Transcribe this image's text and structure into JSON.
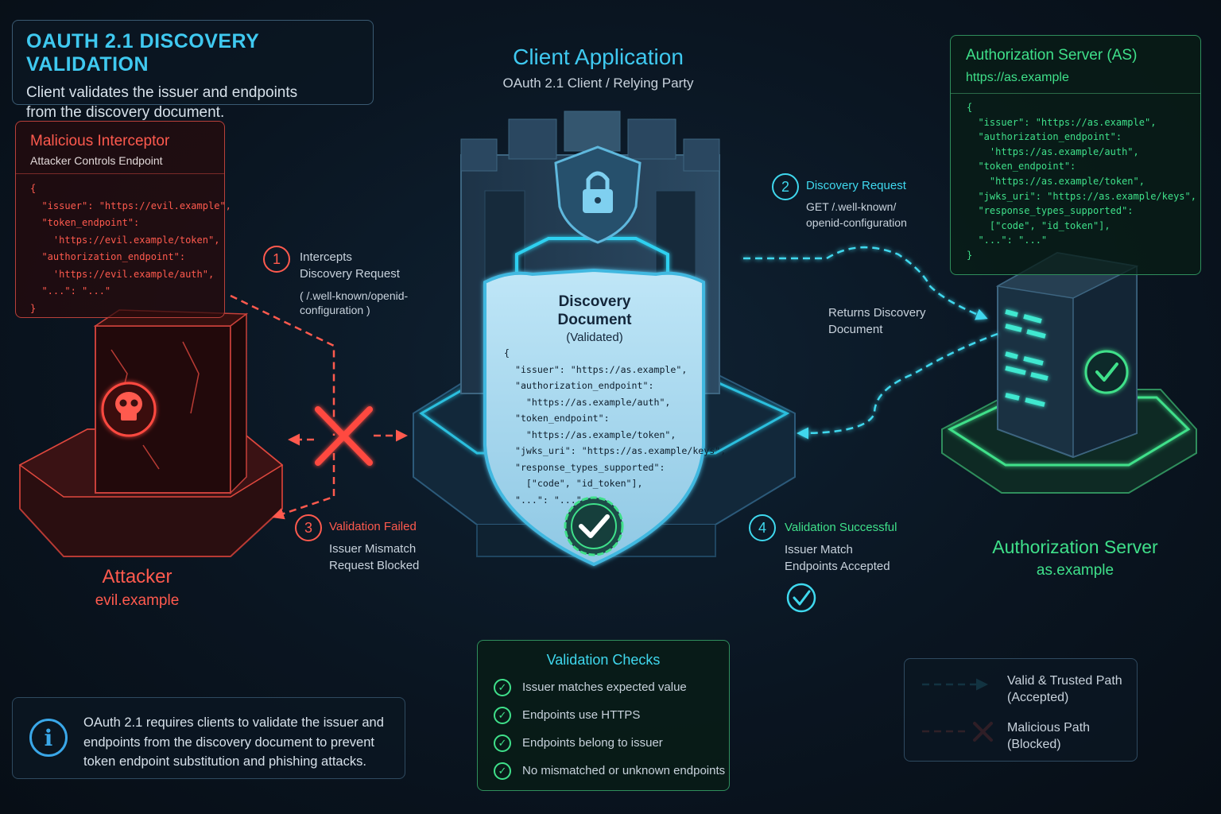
{
  "header": {
    "title": "OAUTH 2.1 DISCOVERY VALIDATION",
    "subtitle": "Client validates the issuer and endpoints\nfrom the discovery document."
  },
  "client": {
    "title": "Client Application",
    "subtitle": "OAuth 2.1 Client / Relying Party"
  },
  "discovery_document": {
    "title": "Discovery\nDocument",
    "status": "(Validated)",
    "json": "{\n  \"issuer\": \"https://as.example\",\n  \"authorization_endpoint\":\n    \"https://as.example/auth\",\n  \"token_endpoint\":\n    \"https://as.example/token\",\n  \"jwks_uri\": \"https://as.example/keys\",\n  \"response_types_supported\":\n    [\"code\", \"id_token\"],\n  \"...\": \"...\""
  },
  "malicious": {
    "title": "Malicious Interceptor",
    "subtitle": "Attacker Controls Endpoint",
    "json": "{\n  \"issuer\": \"https://evil.example\",\n  \"token_endpoint\":\n    'https://evil.example/token\",\n  \"authorization_endpoint\":\n    'https://evil.example/auth\",\n  \"...\": \"...\"\n}"
  },
  "attacker": {
    "title": "Attacker",
    "domain": "evil.example"
  },
  "as_panel": {
    "title": "Authorization Server (AS)",
    "url": "https://as.example",
    "json": "{\n  \"issuer\": \"https://as.example\",\n  \"authorization_endpoint\":\n    'https://as.example/auth\",\n  \"token_endpoint\":\n    \"https://as.example/token\",\n  \"jwks_uri\": \"https://as.example/keys\",\n  \"response_types_supported\":\n    [\"code\", \"id_token\"],\n  \"...\": \"...\"\n}"
  },
  "as_server": {
    "title": "Authorization Server",
    "domain": "as.example"
  },
  "steps": [
    {
      "number": "1",
      "title": "Intercepts\nDiscovery Request",
      "detail": "( /.well-known/openid-\nconfiguration )"
    },
    {
      "number": "2",
      "title": "Discovery Request",
      "detail": "GET /.well-known/\nopenid-configuration"
    },
    {
      "number": "3",
      "title": "Validation Failed",
      "detail": "Issuer Mismatch\nRequest Blocked"
    },
    {
      "number": "4",
      "title": "Validation Successful",
      "detail": "Issuer Match\nEndpoints Accepted"
    }
  ],
  "returns_label": "Returns Discovery\nDocument",
  "validation_checks": {
    "title": "Validation Checks",
    "items": [
      "Issuer matches expected value",
      "Endpoints use HTTPS",
      "Endpoints belong to issuer",
      "No mismatched or unknown endpoints"
    ]
  },
  "info": {
    "text": "OAuth 2.1 requires clients to validate the issuer and\nendpoints from the discovery document to prevent\ntoken endpoint substitution and phishing attacks."
  },
  "legend": {
    "valid": "Valid & Trusted Path\n(Accepted)",
    "malicious": "Malicious Path\n(Blocked)"
  },
  "colors": {
    "cyan": "#3fd8ee",
    "red": "#ff5a4e",
    "green": "#3fe08a",
    "blue_accent": "#3fc9f0"
  },
  "icons": [
    "lock-icon",
    "skull-icon",
    "checkmark-icon",
    "info-icon",
    "cross-icon"
  ]
}
